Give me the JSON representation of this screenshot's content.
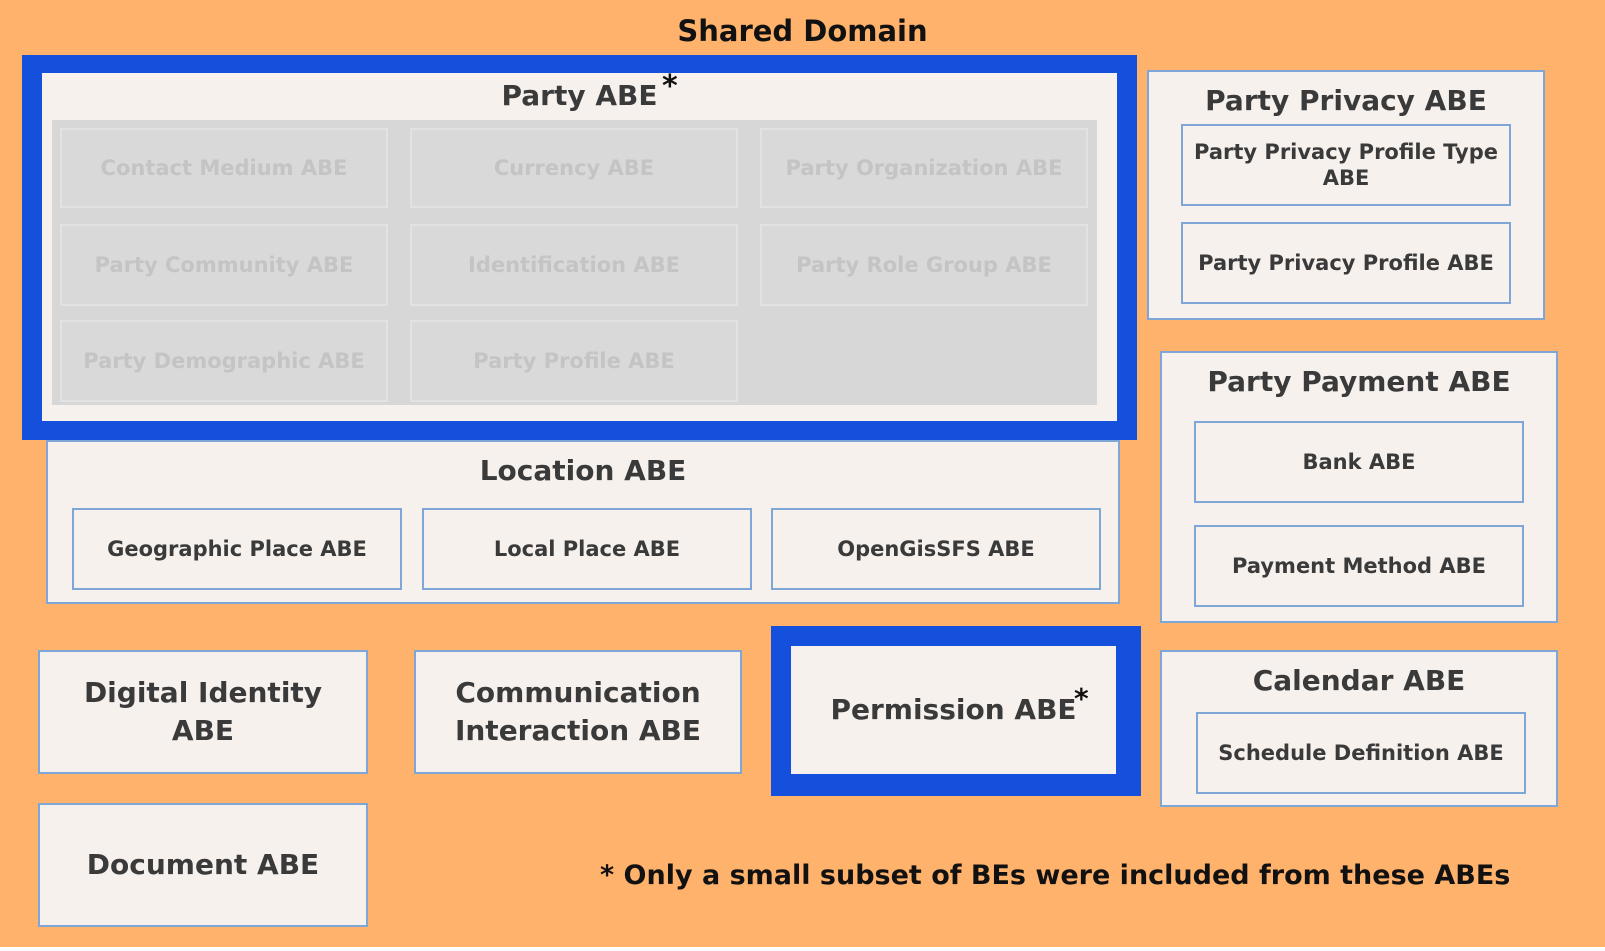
{
  "domain_title": "Shared Domain",
  "party": {
    "title": "Party ABE",
    "star": "*",
    "items": [
      "Contact Medium ABE",
      "Currency ABE",
      "Party Organization ABE",
      "Party Community ABE",
      "Identification ABE",
      "Party Role Group ABE",
      "Party Demographic ABE",
      "Party Profile ABE"
    ]
  },
  "party_privacy": {
    "title": "Party Privacy ABE",
    "items": [
      "Party Privacy Profile Type ABE",
      "Party Privacy Profile ABE"
    ]
  },
  "location": {
    "title": "Location ABE",
    "items": [
      "Geographic Place ABE",
      "Local Place ABE",
      "OpenGisSFS ABE"
    ]
  },
  "party_payment": {
    "title": "Party Payment ABE",
    "items": [
      "Bank ABE",
      "Payment Method ABE"
    ]
  },
  "digital_identity": {
    "title": "Digital Identity ABE"
  },
  "communication_interaction": {
    "title": "Communication Interaction ABE"
  },
  "permission": {
    "title": "Permission ABE",
    "star": "*"
  },
  "calendar": {
    "title": "Calendar ABE",
    "items": [
      "Schedule Definition ABE"
    ]
  },
  "document": {
    "title": "Document ABE"
  },
  "footnote": "* Only a small subset of BEs were included from these ABEs",
  "colors": {
    "background": "#FFB26B",
    "box_fill": "#F7F1EE",
    "box_border": "#7EA6D6",
    "highlight_border": "#1450DC",
    "faded_fill": "#D7D7D7"
  }
}
